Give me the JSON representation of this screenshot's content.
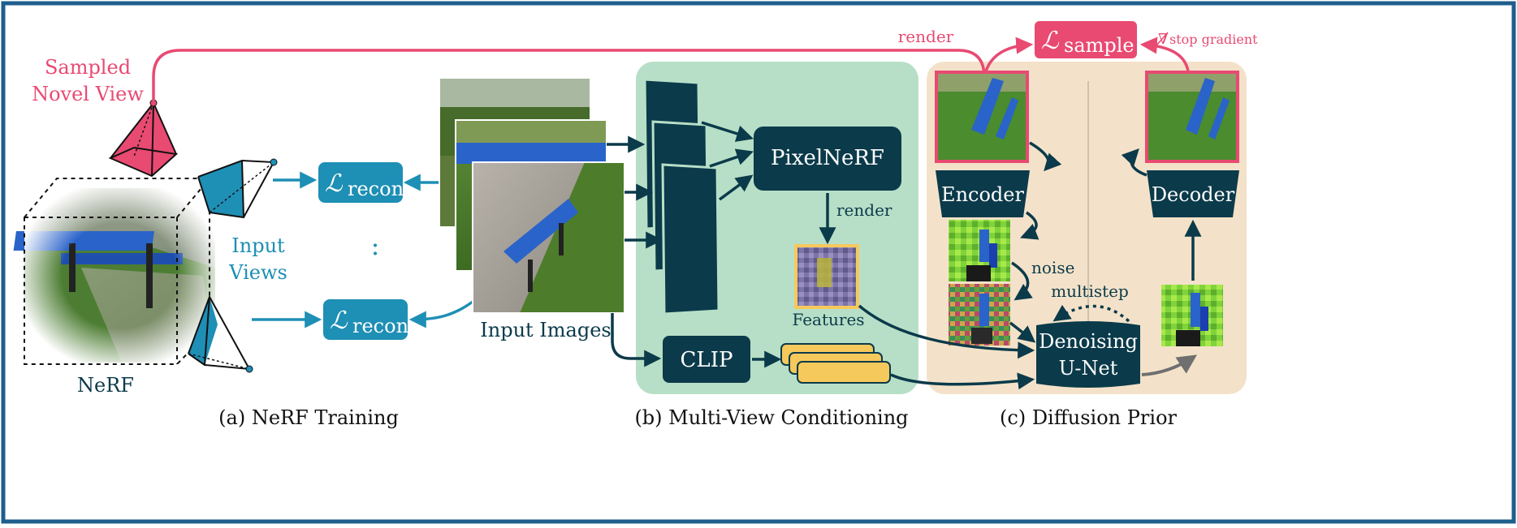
{
  "labels": {
    "sampled_view_line1": "Sampled",
    "sampled_view_line2": "Novel View",
    "input_views_line1": "Input",
    "input_views_line2": "Views",
    "ellipsis": ":",
    "nerf": "NeRF",
    "input_images": "Input Images",
    "pixelnerf": "PixelNeRF",
    "render_mid": "render",
    "features": "Features",
    "clip": "CLIP",
    "render_top": "render",
    "stop_gradient": "stop gradient",
    "encoder": "Encoder",
    "decoder": "Decoder",
    "noise": "noise",
    "multistep": "multistep",
    "unet_line1": "Denoising",
    "unet_line2": "U-Net"
  },
  "losses": {
    "recon_symbol": "ℒ",
    "recon_subscript": "recon",
    "sample_symbol": "ℒ",
    "sample_subscript": "sample"
  },
  "captions": {
    "a": "(a) NeRF Training",
    "b": "(b) Multi-View Conditioning",
    "c": "(c) Diffusion Prior"
  },
  "colors": {
    "frame": "#1e5e8c",
    "teal": "#1e8fb5",
    "pink": "#e84a72",
    "dark": "#0b3a4a",
    "panel_green": "#b7dfc7",
    "panel_tan": "#f3e2c9",
    "feature_gold": "#f6c95c"
  }
}
